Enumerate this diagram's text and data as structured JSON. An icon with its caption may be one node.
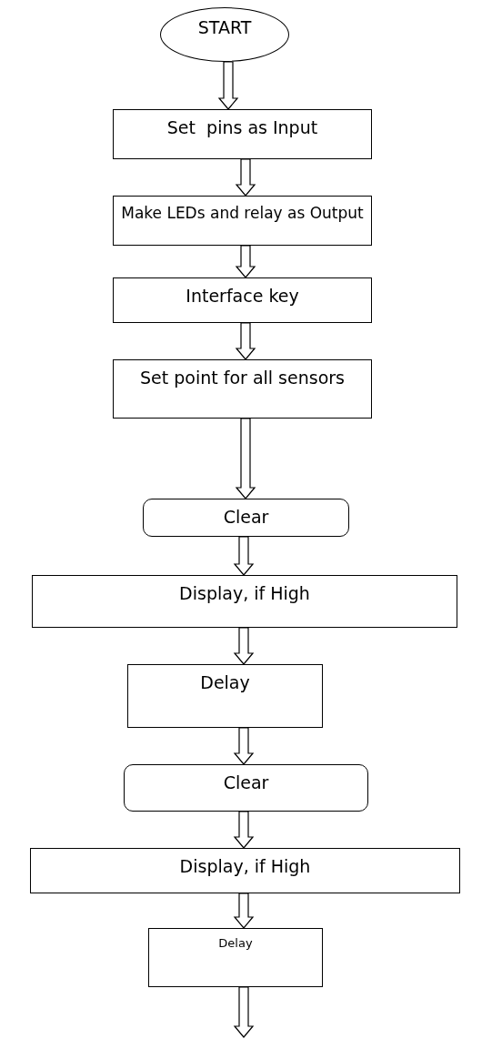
{
  "diagram": {
    "nodes": [
      {
        "text": [
          "START"
        ]
      },
      {
        "text": [
          "Set  pins as Input"
        ]
      },
      {
        "text": [
          "Make LEDs and relay as Output"
        ]
      },
      {
        "text": [
          "Interface key"
        ]
      },
      {
        "text": [
          "Set point for all sensors"
        ]
      },
      {
        "text": [
          "Clear"
        ]
      },
      {
        "text": [
          "Display, if High"
        ]
      },
      {
        "text": [
          "Delay"
        ]
      },
      {
        "text": [
          "Clear"
        ]
      },
      {
        "text": [
          "Display, if High"
        ]
      },
      {
        "text": [
          "Delay"
        ]
      }
    ],
    "edges": [
      {
        "from": 0,
        "to": 1,
        "arrow": "to"
      },
      {
        "from": 1,
        "to": 2,
        "arrow": "to"
      },
      {
        "from": 2,
        "to": 3,
        "arrow": "to"
      },
      {
        "from": 3,
        "to": 4,
        "arrow": "to"
      },
      {
        "from": 4,
        "to": 5,
        "arrow": "to"
      },
      {
        "from": 5,
        "to": 6,
        "arrow": "to"
      },
      {
        "from": 6,
        "to": 7,
        "arrow": "to"
      },
      {
        "from": 7,
        "to": 8,
        "arrow": "to"
      },
      {
        "from": 8,
        "to": 9,
        "arrow": "to"
      },
      {
        "from": 9,
        "to": 10,
        "arrow": "to"
      },
      {
        "from": 10,
        "to": null,
        "arrow": "to"
      }
    ]
  }
}
